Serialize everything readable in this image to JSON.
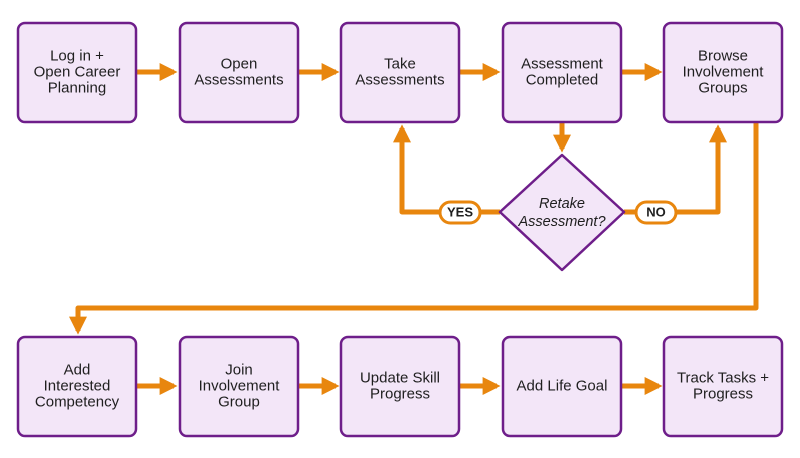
{
  "colors": {
    "box_fill": "#F3E6F8",
    "box_stroke": "#6E1E8A",
    "arrow": "#E8860E",
    "pill_fill": "#FFFFFF",
    "pill_stroke": "#E8860E"
  },
  "steps": {
    "login": [
      "Log in +",
      "Open Career",
      "Planning"
    ],
    "open_assessments": [
      "Open",
      "Assessments"
    ],
    "take_assessments": [
      "Take",
      "Assessments"
    ],
    "assessment_completed": [
      "Assessment",
      "Completed"
    ],
    "browse_groups": [
      "Browse",
      "Involvement",
      "Groups"
    ],
    "add_competency": [
      "Add",
      "Interested",
      "Competency"
    ],
    "join_group": [
      "Join",
      "Involvement",
      "Group"
    ],
    "update_skill": [
      "Update Skill",
      "Progress"
    ],
    "add_life_goal": [
      "Add Life Goal"
    ],
    "track_tasks": [
      "Track Tasks +",
      "Progress"
    ]
  },
  "decision": {
    "lines": [
      "Retake",
      "Assessment?"
    ],
    "yes_label": "YES",
    "no_label": "NO"
  }
}
